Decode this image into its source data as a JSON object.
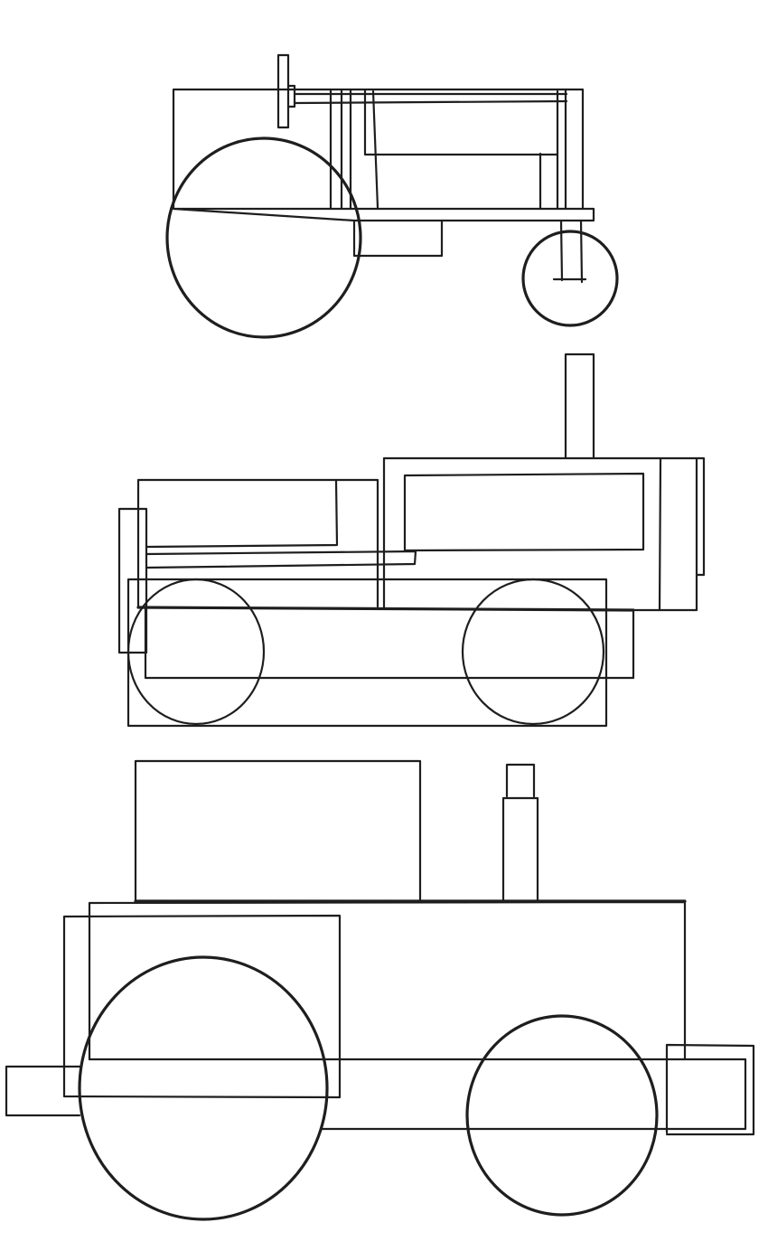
{
  "colors": {
    "background": "#ffffff",
    "stroke": "#1e1e1e"
  },
  "drawings": [
    {
      "subject": "tractor",
      "style": "line-drawing"
    },
    {
      "subject": "tractor",
      "style": "line-drawing"
    },
    {
      "subject": "tractor",
      "style": "line-drawing"
    }
  ]
}
